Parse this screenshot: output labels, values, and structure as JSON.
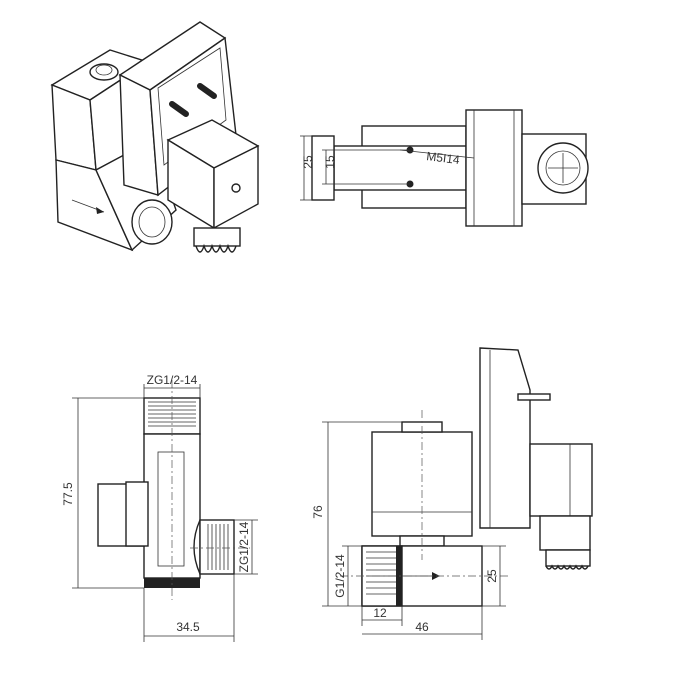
{
  "views": {
    "top_view": {
      "dim_outer": "25",
      "dim_inner": "15",
      "thread_callout": "M5I14"
    },
    "front_view": {
      "dim_top_thread": "ZG1/2-14",
      "dim_height": "77.5",
      "dim_side_thread": "ZG1/2-14",
      "dim_width": "34.5"
    },
    "side_view": {
      "dim_height": "76",
      "dim_port_thread": "G1/2-14",
      "dim_port_height": "25",
      "dim_port_depth": "12",
      "dim_body_width": "46"
    }
  }
}
